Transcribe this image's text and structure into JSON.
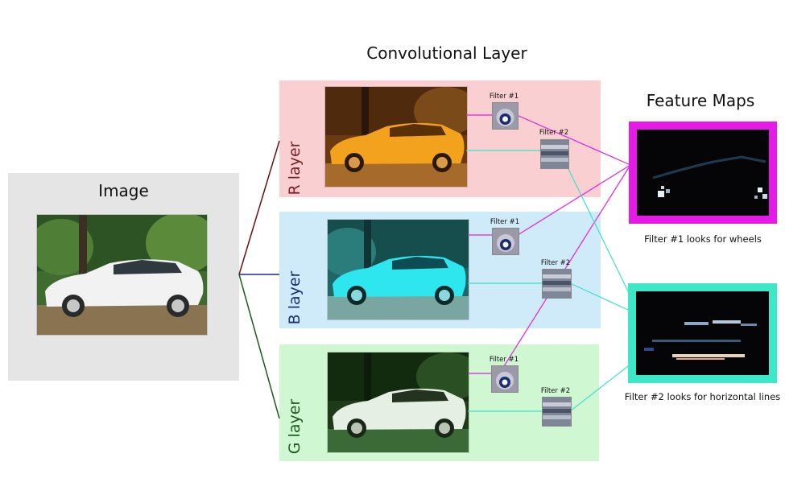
{
  "titles": {
    "image": "Image",
    "conv_layer": "Convolutional Layer",
    "feature_maps": "Feature Maps"
  },
  "layers": {
    "r": {
      "label": "R layer",
      "label_color": "#7a1f1f",
      "panel_color": "#f9cfd1"
    },
    "b": {
      "label": "B layer",
      "label_color": "#1c2e7a",
      "panel_color": "#cfeaf8"
    },
    "g": {
      "label": "G layer",
      "label_color": "#1f5a1f",
      "panel_color": "#cff7d2"
    }
  },
  "filters": {
    "filter1": "Filter #1",
    "filter2": "Filter #2"
  },
  "captions": {
    "fm1": "Filter #1 looks for wheels",
    "fm2": "Filter #2 looks for horizontal lines"
  },
  "colors": {
    "filter1_line": "#e020e0",
    "filter2_line": "#40e0c8",
    "fm1_border": "#e61ae6",
    "fm2_border": "#3de8c8",
    "r_connector": "#6b1010",
    "b_connector": "#1c2a8a",
    "g_connector": "#1d5a1d",
    "image_panel": "#e5e5e5"
  }
}
